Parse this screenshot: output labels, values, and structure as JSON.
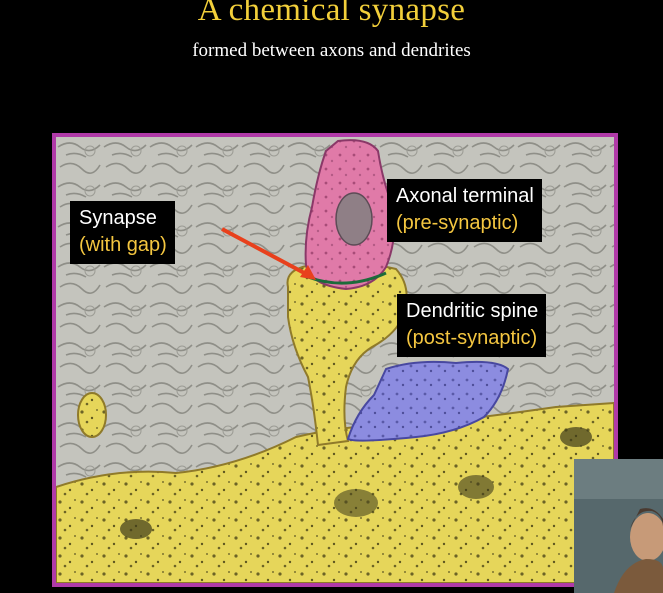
{
  "title": "A chemical synapse",
  "subtitle": "formed between axons and dendrites",
  "labels": {
    "synapse": {
      "line1": "Synapse",
      "line2": "(with gap)"
    },
    "axonal_terminal": {
      "line1": "Axonal terminal",
      "line2": "(pre-synaptic)"
    },
    "dendritic_spine": {
      "line1": "Dendritic spine",
      "line2": "(post-synaptic)"
    }
  },
  "colors": {
    "title": "#f2cf3a",
    "frame_border": "#b03aa8",
    "axon_terminal": "#e07aa8",
    "dendrite": "#e8d85a",
    "blue_process": "#8c8ce0",
    "arrow": "#e8401c",
    "label_secondary": "#f4c640"
  }
}
